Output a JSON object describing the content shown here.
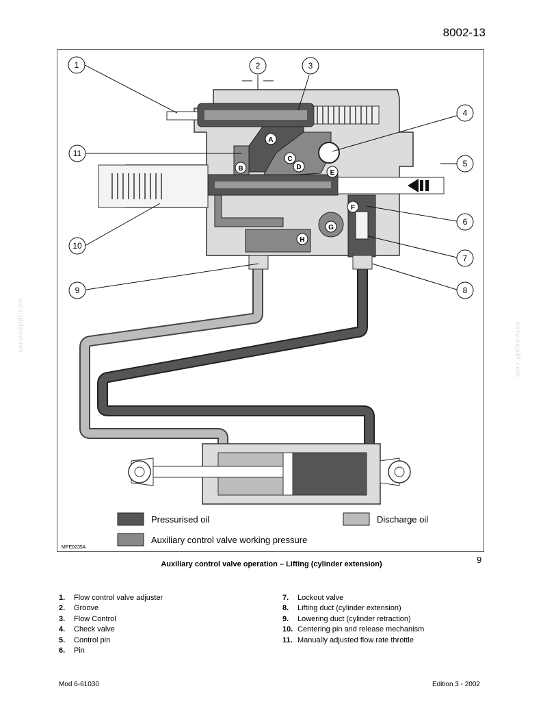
{
  "header": {
    "page_number": "8002-13"
  },
  "diagram": {
    "callouts": [
      "1",
      "2",
      "3",
      "4",
      "5",
      "6",
      "7",
      "8",
      "9",
      "10",
      "11"
    ],
    "chambers": [
      "A",
      "B",
      "C",
      "D",
      "E",
      "F",
      "G",
      "H"
    ],
    "legend": {
      "pressurised": "Pressurised oil",
      "discharge": "Discharge oil",
      "working": "Auxiliary control valve working pressure"
    },
    "colors": {
      "pressurised": "#555555",
      "discharge": "#bcbcbc",
      "working": "#888888",
      "body": "#dcdcdc"
    },
    "reference": "MPE0235A"
  },
  "caption": "Auxiliary control valve operation – Lifting (cylinder extension)",
  "figure_number": "9",
  "parts_left": [
    {
      "num": "1.",
      "label": "Flow control valve adjuster"
    },
    {
      "num": "2.",
      "label": "Groove"
    },
    {
      "num": "3.",
      "label": "Flow Control"
    },
    {
      "num": "4.",
      "label": "Check valve"
    },
    {
      "num": "5.",
      "label": "Control pin"
    },
    {
      "num": "6.",
      "label": "Pin"
    }
  ],
  "parts_right": [
    {
      "num": "7.",
      "label": "Lockout valve"
    },
    {
      "num": "8.",
      "label": "Lifting duct (cylinder extension)"
    },
    {
      "num": "9.",
      "label": "Lowering duct  (cylinder retraction)"
    },
    {
      "num": "10.",
      "label": "Centering pin and release mechanism"
    },
    {
      "num": "11.",
      "label": "Manually adjusted flow rate throttle"
    }
  ],
  "footer": {
    "left": "Mod 6-61030",
    "right": "Edition 3 - 2002"
  },
  "watermark": "servicepdf.com"
}
